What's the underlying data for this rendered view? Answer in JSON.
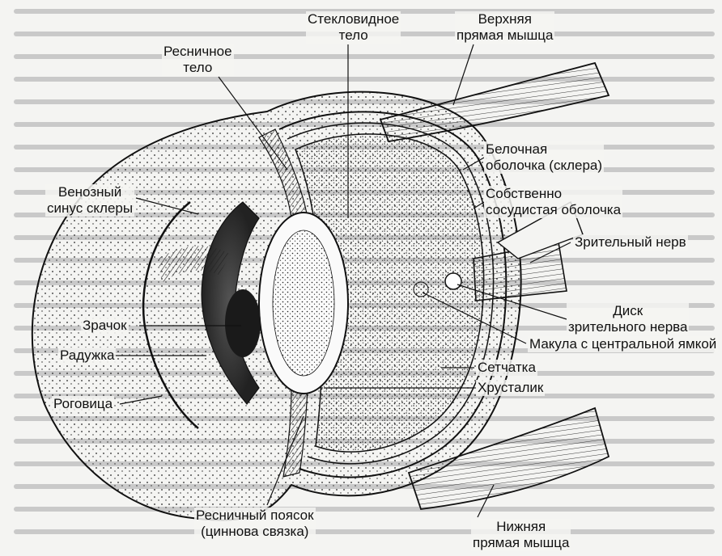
{
  "diagram": {
    "labels": {
      "vitreous": {
        "line1": "Стекловидное",
        "line2": "тело"
      },
      "superior_rectus": {
        "line1": "Верхняя",
        "line2": "прямая мышца"
      },
      "ciliary_body": {
        "line1": "Ресничное",
        "line2": "тело"
      },
      "sclera": {
        "line1": "Белочная",
        "line2": "оболочка (склера)"
      },
      "venous_sinus": {
        "line1": "Венозный",
        "line2": "синус склеры"
      },
      "choroid": {
        "line1": "Собственно",
        "line2": "сосудистая оболочка"
      },
      "optic_nerve": "Зрительный нерв",
      "pupil": "Зрачок",
      "optic_disc": {
        "line1": "Диск",
        "line2": "зрительного нерва"
      },
      "macula": "Макула с центральной ямкой",
      "iris": "Радужка",
      "retina": "Сетчатка",
      "lens": "Хрусталик",
      "cornea": "Роговица",
      "zonule": {
        "line1": "Ресничный поясок",
        "line2": "(циннова связка)"
      },
      "inferior_rectus": {
        "line1": "Нижняя",
        "line2": "прямая мышца"
      }
    },
    "colors": {
      "ink": "#111111",
      "paper": "#f4f4f2",
      "background_text": "#c9c9c9"
    }
  }
}
